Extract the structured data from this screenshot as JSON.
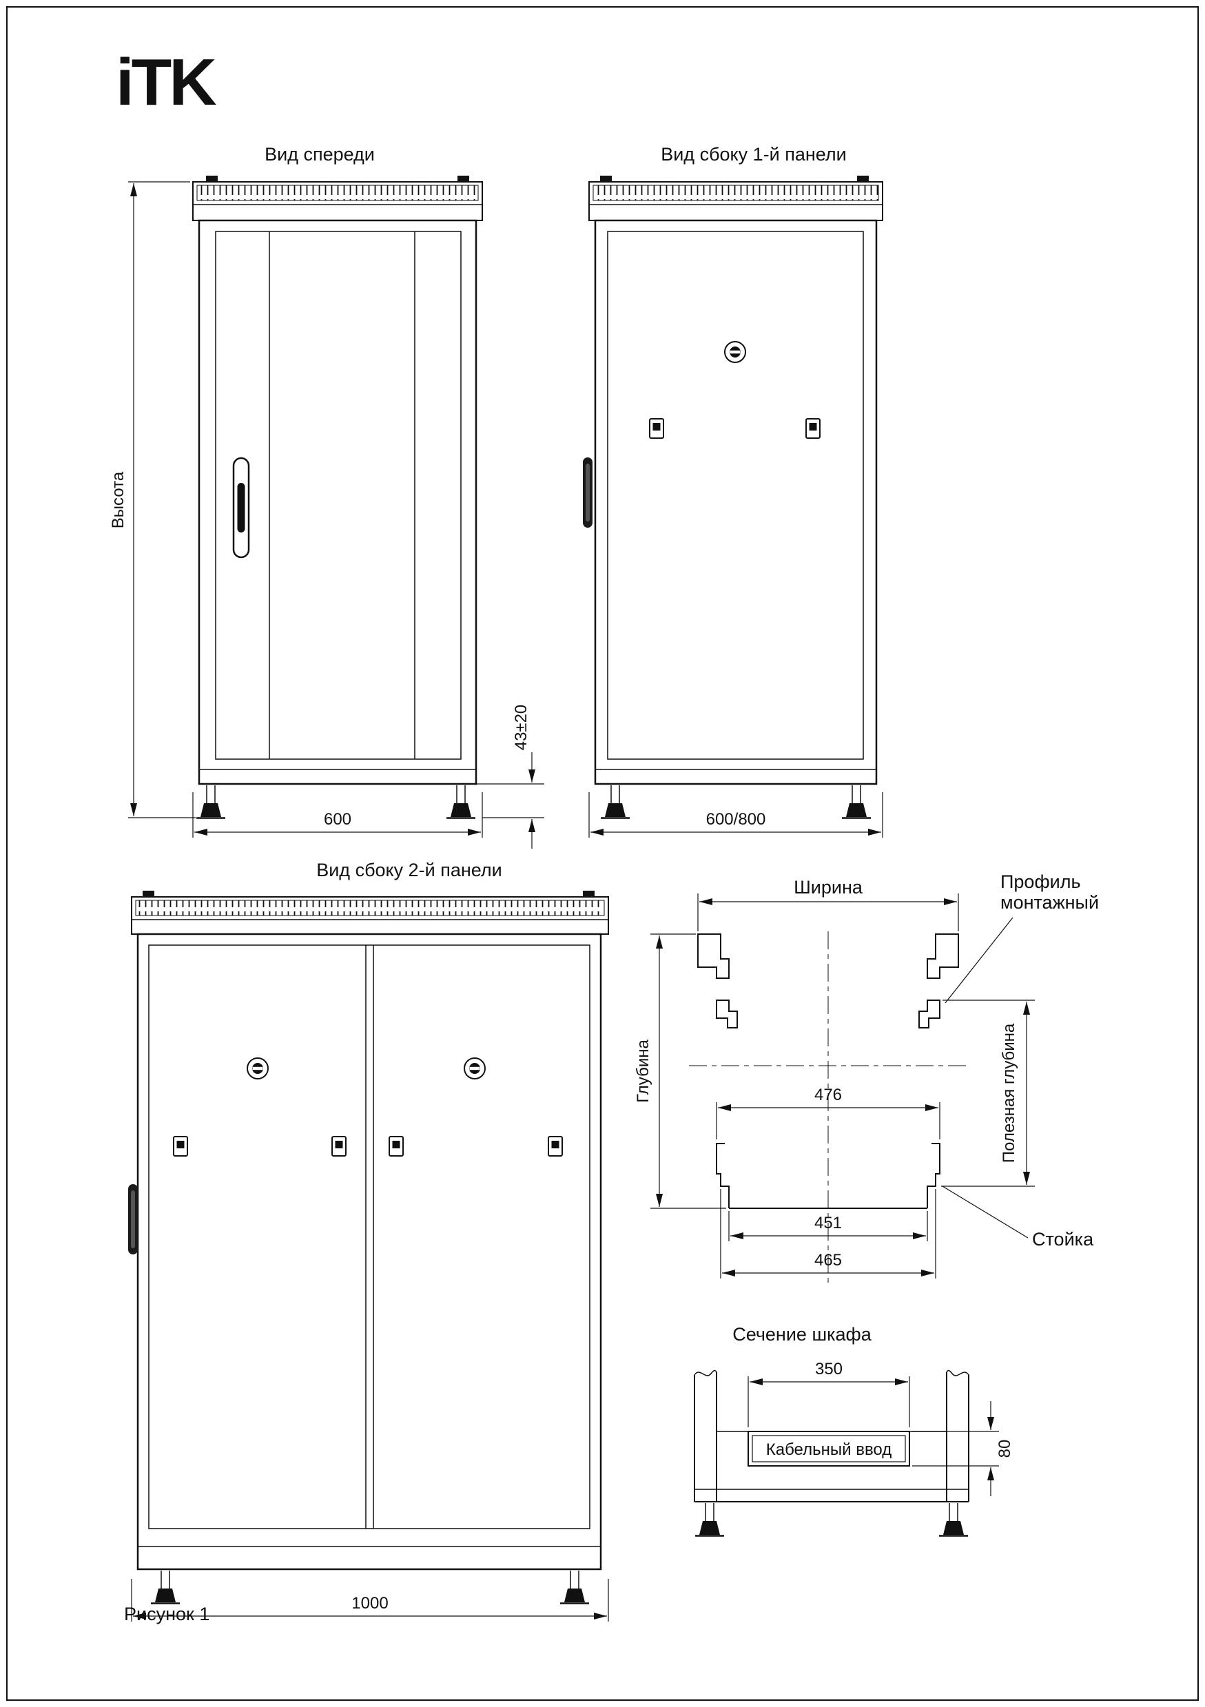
{
  "brand": {
    "logo": "iTK"
  },
  "front": {
    "title": "Вид спереди",
    "height_label": "Высота",
    "width_dim": "600",
    "foot_dim": "43±20"
  },
  "side1": {
    "title": "Вид сбоку 1-й панели",
    "width_dim": "600/800"
  },
  "side2": {
    "title": "Вид сбоку 2-й панели",
    "width_dim": "1000"
  },
  "cross": {
    "width_label": "Ширина",
    "profile_line1": "Профиль",
    "profile_line2": "монтажный",
    "depth_label": "Глубина",
    "useful_depth_label": "Полезная глубина",
    "dim_476": "476",
    "dim_451": "451",
    "dim_465": "465",
    "stand_label": "Стойка"
  },
  "section": {
    "title": "Сечение шкафа",
    "dim_350": "350",
    "dim_80": "80",
    "cable_entry": "Кабельный ввод"
  },
  "caption": "Рисунок 1"
}
